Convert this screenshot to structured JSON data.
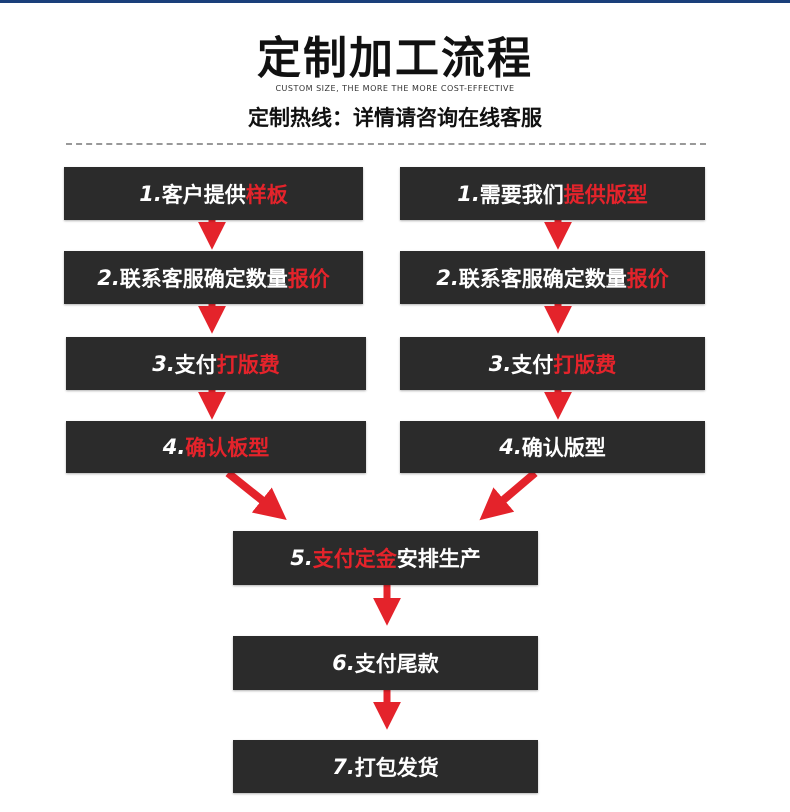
{
  "header": {
    "title": "定制加工流程",
    "subtitle": "CUSTOM SIZE, THE MORE THE MORE COST-EFFECTIVE",
    "hotline": "定制热线：详情请咨询在线客服"
  },
  "left_steps": [
    {
      "num": "1.",
      "text": "客户提供",
      "highlight": "样板",
      "after": ""
    },
    {
      "num": "2.",
      "text": "联系客服确定数量",
      "highlight": "报价",
      "after": ""
    },
    {
      "num": "3.",
      "text": "支付",
      "highlight": "打版费",
      "after": ""
    },
    {
      "num": "4.",
      "text": "",
      "highlight": "确认板型",
      "after": ""
    }
  ],
  "right_steps": [
    {
      "num": "1.",
      "text": "需要我们",
      "highlight": "提供版型",
      "after": ""
    },
    {
      "num": "2.",
      "text": "联系客服确定数量",
      "highlight": "报价",
      "after": ""
    },
    {
      "num": "3.",
      "text": "支付",
      "highlight": "打版费",
      "after": ""
    },
    {
      "num": "4.",
      "text": "确认版型",
      "highlight": "",
      "after": ""
    }
  ],
  "center_steps": [
    {
      "num": "5.",
      "text": "",
      "highlight": "支付定金",
      "after": "安排生产"
    },
    {
      "num": "6.",
      "text": "支付尾款",
      "highlight": "",
      "after": ""
    },
    {
      "num": "7.",
      "text": "打包发货",
      "highlight": "",
      "after": ""
    }
  ],
  "colors": {
    "box_bg": "#2b2b2b",
    "box_text": "#ffffff",
    "highlight": "#e4232b",
    "arrow": "#e4232b"
  }
}
